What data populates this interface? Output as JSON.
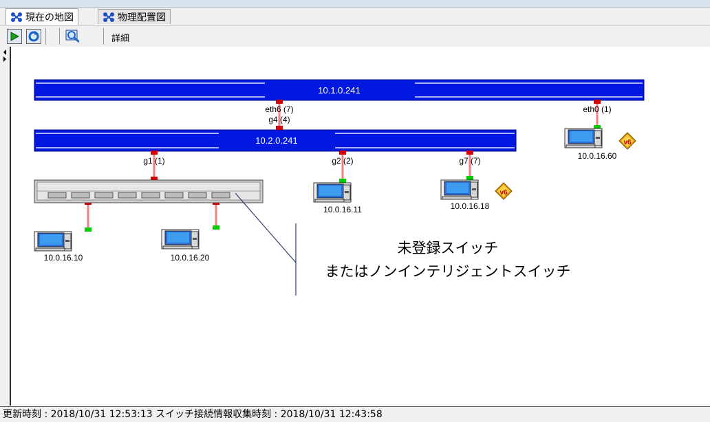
{
  "tabs": [
    {
      "label": "現在の地図",
      "icon": "network-map-icon",
      "active": true
    },
    {
      "label": "物理配置図",
      "icon": "network-map-icon",
      "active": false
    }
  ],
  "toolbar": {
    "buttons": [
      "play-icon",
      "refresh-icon",
      "search-icon"
    ],
    "detail_label": "詳細"
  },
  "map": {
    "switches": [
      {
        "label": "10.1.0.241"
      },
      {
        "label": "10.2.0.241"
      }
    ],
    "ports": {
      "eth6": "eth6 (7)",
      "g4": "g4 (4)",
      "eth0": "eth0 (1)",
      "g1": "g1 (1)",
      "g2": "g2 (2)",
      "g7": "g7 (7)"
    },
    "hosts": [
      {
        "ip": "10.0.16.60",
        "ipv6": true
      },
      {
        "ip": "10.0.16.11",
        "ipv6": false
      },
      {
        "ip": "10.0.16.18",
        "ipv6": true
      },
      {
        "ip": "10.0.16.10",
        "ipv6": false
      },
      {
        "ip": "10.0.16.20",
        "ipv6": false
      }
    ],
    "ipv6_badge": "v6",
    "callout": {
      "line1": "未登録スイッチ",
      "line2": "またはノンインテリジェントスイッチ"
    }
  },
  "status": {
    "text": "更新時刻 : 2018/10/31 12:53:13  スイッチ接続情報収集時刻 : 2018/10/31 12:43:58"
  },
  "colors": {
    "switch_blue": "#0018e0",
    "link_pink": "#f08080",
    "port_red": "#d40000",
    "port_green": "#00cc00"
  }
}
